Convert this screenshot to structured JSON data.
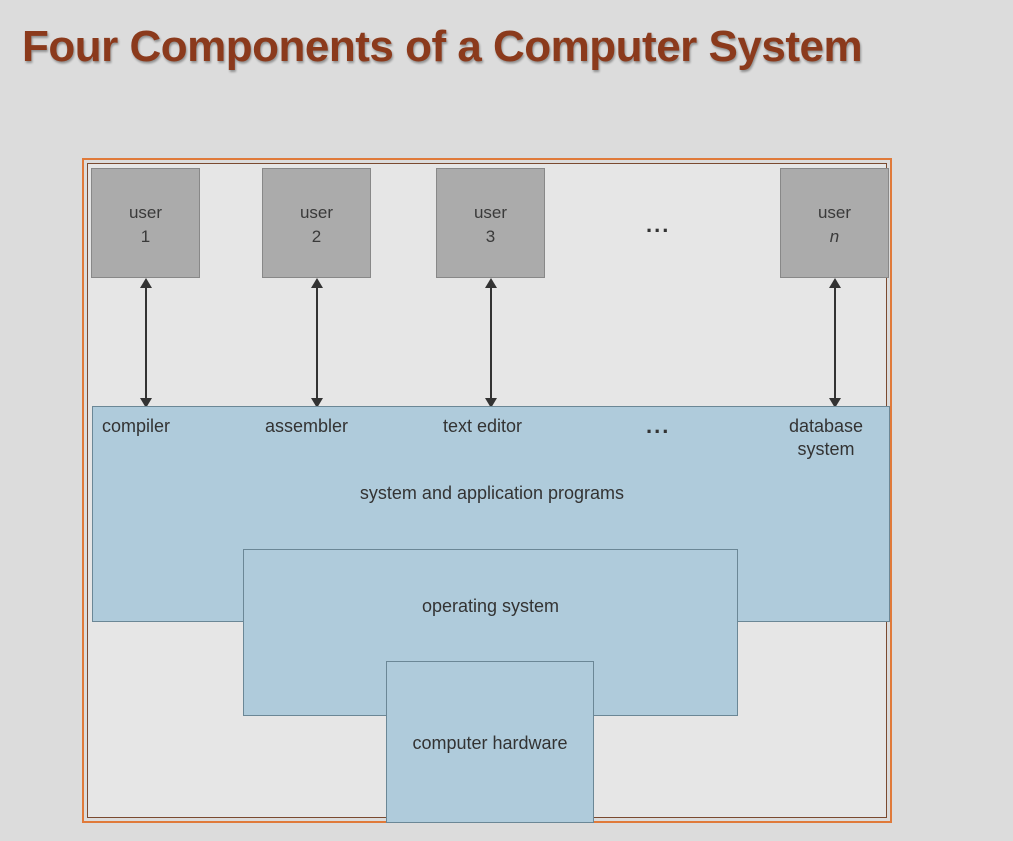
{
  "title": "Four Components of a Computer System",
  "users": [
    {
      "label": "user",
      "number": "1"
    },
    {
      "label": "user",
      "number": "2"
    },
    {
      "label": "user",
      "number": "3"
    },
    {
      "label": "user",
      "number": "n"
    }
  ],
  "ellipsis": "...",
  "programs": {
    "compiler": "compiler",
    "assembler": "assembler",
    "text_editor": "text editor",
    "database_line1": "database",
    "database_line2": "system"
  },
  "layers": {
    "apps": "system and application programs",
    "os": "operating system",
    "hardware": "computer hardware"
  },
  "colors": {
    "title": "#8b3a1c",
    "user_box": "#ababab",
    "layer_fill": "#afcbdb",
    "frame_border": "#e07a3a"
  }
}
